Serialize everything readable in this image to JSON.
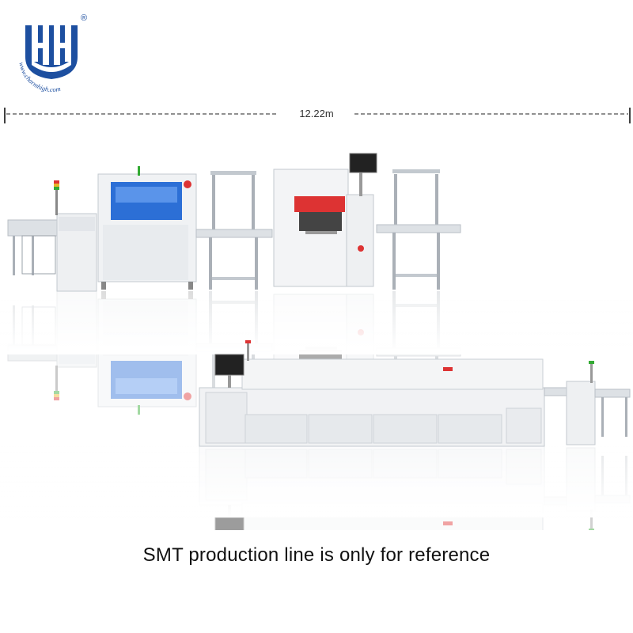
{
  "logo": {
    "brand_text": "www.charmhigh.com",
    "registered_mark": "®",
    "color": "#1d4fa0"
  },
  "dimension": {
    "label": "12.22m"
  },
  "caption": {
    "text": "SMT production line is only for reference"
  },
  "colors": {
    "machine_body": "#eef0f2",
    "machine_edge": "#c9ced4",
    "screen_blue": "#2c6fd6",
    "accent_red": "#d33",
    "brand_blue": "#1d4fa0"
  }
}
